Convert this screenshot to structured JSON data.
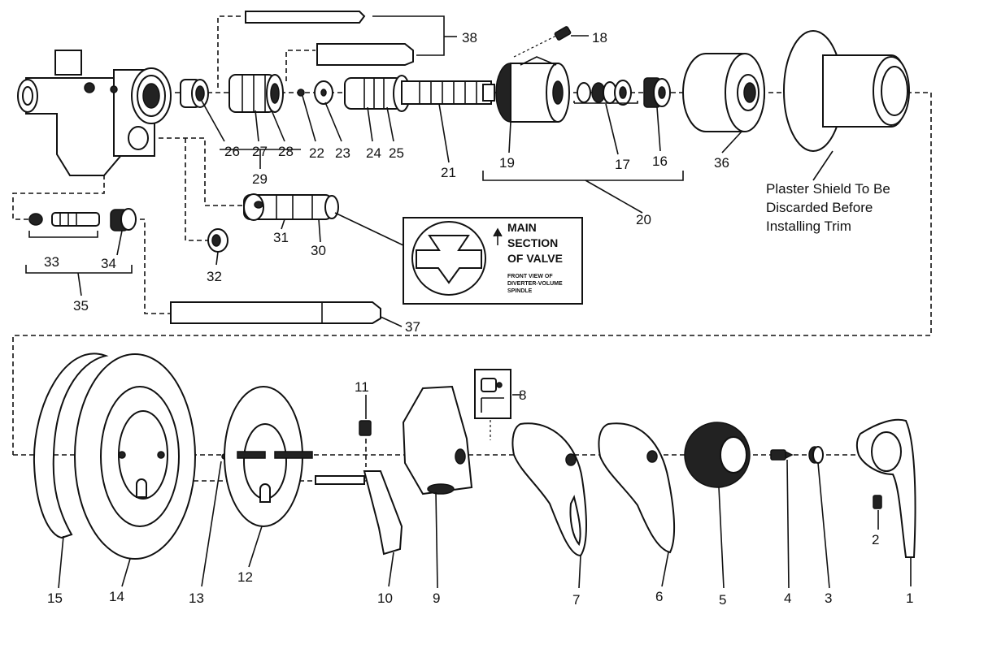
{
  "callouts": {
    "n1": "1",
    "n2": "2",
    "n3": "3",
    "n4": "4",
    "n5": "5",
    "n6": "6",
    "n7": "7",
    "n8": "8",
    "n9": "9",
    "n10": "10",
    "n11": "11",
    "n12": "12",
    "n13": "13",
    "n14": "14",
    "n15": "15",
    "n16": "16",
    "n17": "17",
    "n18": "18",
    "n19": "19",
    "n20": "20",
    "n21": "21",
    "n22": "22",
    "n23": "23",
    "n24": "24",
    "n25": "25",
    "n26": "26",
    "n27": "27",
    "n28": "28",
    "n29": "29",
    "n30": "30",
    "n31": "31",
    "n32": "32",
    "n33": "33",
    "n34": "34",
    "n35": "35",
    "n36": "36",
    "n37": "37",
    "n38": "38"
  },
  "plaster_note": {
    "line1": "Plaster Shield To Be",
    "line2": "Discarded Before",
    "line3": "Installing Trim"
  },
  "inset": {
    "line1": "MAIN",
    "line2": "SECTION",
    "line3": "OF VALVE",
    "sub1": "FRONT VIEW OF",
    "sub2": "DIVERTER-VOLUME",
    "sub3": "SPINDLE"
  }
}
